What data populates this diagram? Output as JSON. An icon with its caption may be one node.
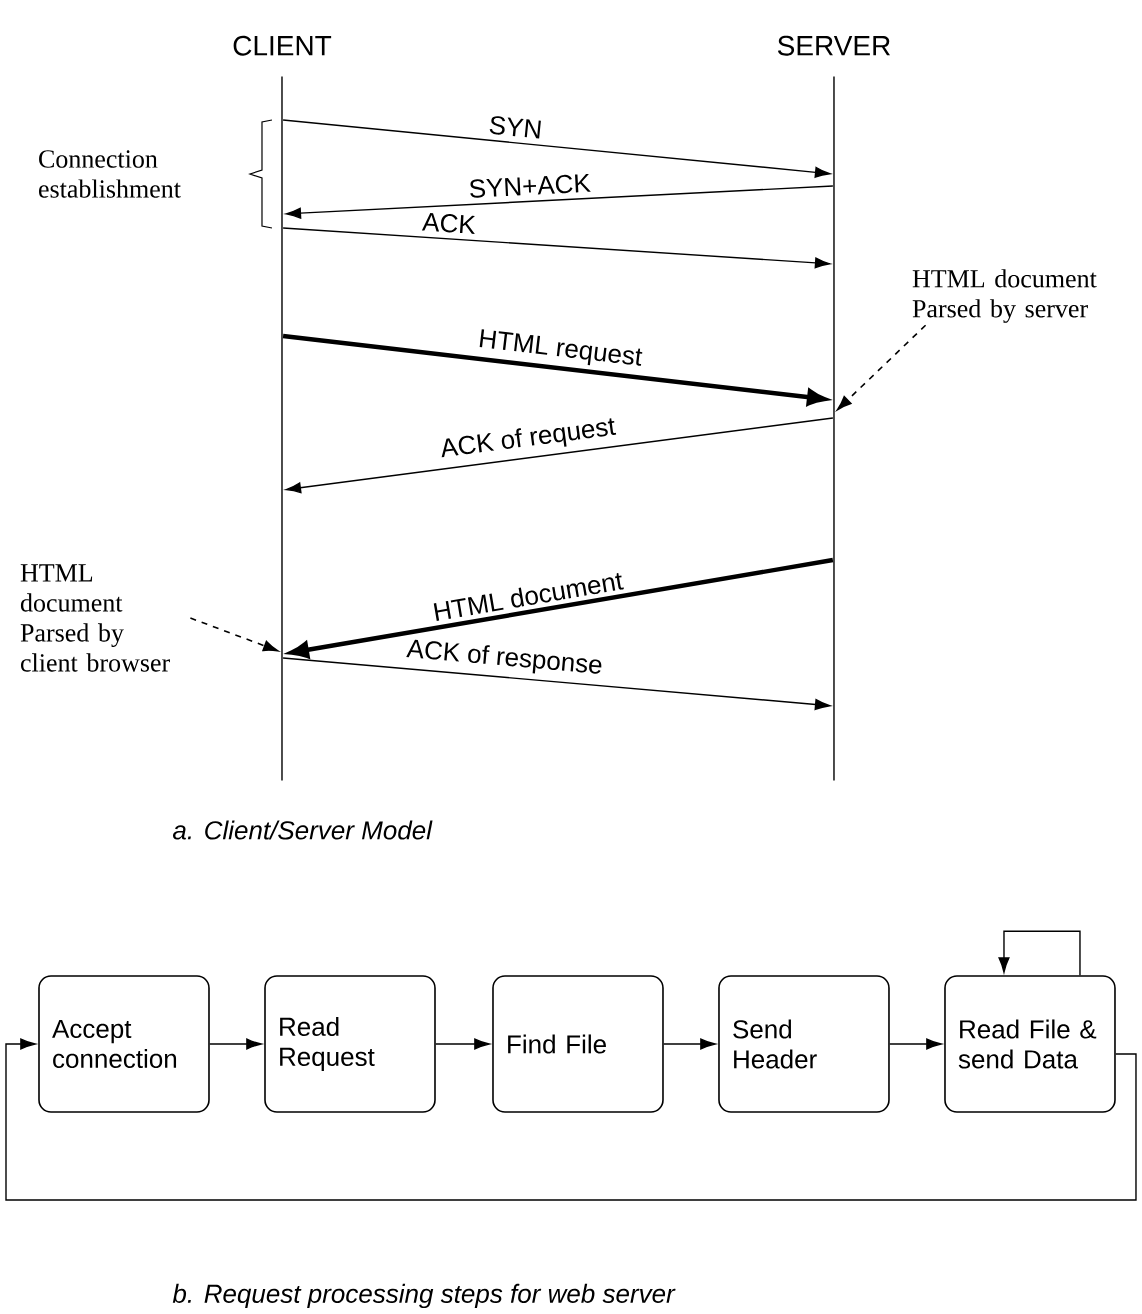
{
  "diagram": {
    "nodes": [
      {
        "text": [
          "CLIENT"
        ]
      },
      {
        "text": [
          "SERVER"
        ]
      },
      {
        "text": [
          "HTML document Parsed by server"
        ]
      },
      {
        "text": [
          "HTML document Parsed by client browser"
        ]
      },
      {
        "text": [
          "Accept connection"
        ]
      },
      {
        "text": [
          "Read Request"
        ]
      },
      {
        "text": [
          "Find File"
        ]
      },
      {
        "text": [
          "Send Header"
        ]
      },
      {
        "text": [
          "Read File & send Data"
        ]
      }
    ],
    "edges": [
      {
        "from": 0,
        "to": 1,
        "arrow": "to",
        "label": "SYN"
      },
      {
        "from": 1,
        "to": 0,
        "arrow": "to",
        "label": "SYN+ACK"
      },
      {
        "from": 0,
        "to": 1,
        "arrow": "to",
        "label": "ACK"
      },
      {
        "from": 0,
        "to": 1,
        "arrow": "to",
        "label": "HTML request",
        "style": "thick"
      },
      {
        "from": 1,
        "to": 0,
        "arrow": "to",
        "label": "ACK of request"
      },
      {
        "from": 1,
        "to": 0,
        "arrow": "to",
        "label": "HTML document",
        "style": "thick"
      },
      {
        "from": 0,
        "to": 1,
        "arrow": "to",
        "label": "ACK of response"
      },
      {
        "from": 2,
        "to": 1,
        "arrow": "to",
        "style": "dashed"
      },
      {
        "from": 3,
        "to": 0,
        "arrow": "to",
        "style": "dashed"
      },
      {
        "from": 4,
        "to": 5,
        "arrow": "to"
      },
      {
        "from": 5,
        "to": 6,
        "arrow": "to"
      },
      {
        "from": 6,
        "to": 7,
        "arrow": "to"
      },
      {
        "from": 7,
        "to": 8,
        "arrow": "to"
      },
      {
        "from": 8,
        "to": 4,
        "arrow": "to"
      },
      {
        "from": 8,
        "to": 8,
        "arrow": "to"
      }
    ],
    "labels": [
      "Connection establishment",
      "a. Client/Server Model",
      "b. Request processing steps for web server"
    ]
  }
}
